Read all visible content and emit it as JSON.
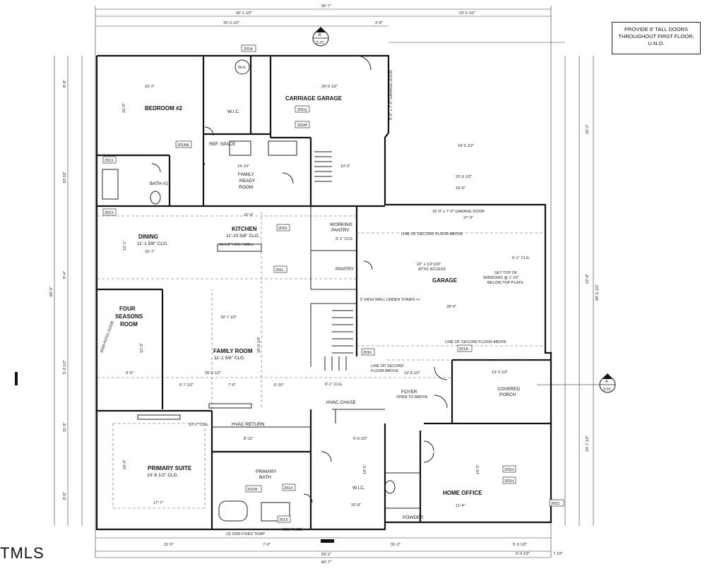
{
  "note": {
    "line1": "PROVIDE 8' TALL DOORS",
    "line2": "THROUGHOUT FIRST FLOOR,",
    "line3": "U.N.O."
  },
  "logo": "TMLS",
  "section_marks": [
    {
      "letter": "B",
      "sheet": "5.01"
    },
    {
      "letter": "A",
      "sheet": "5.01"
    }
  ],
  "rooms": {
    "bedroom2": "BEDROOM #2",
    "carriage_garage": "CARRIAGE GARAGE",
    "wic": "W.I.C.",
    "ref_space": "REF. SPACE",
    "bath2": "BATH #2",
    "family_ready_room": [
      "FAMILY",
      "READY",
      "ROOM"
    ],
    "dining": "DINING",
    "dining_clg": "11'-1 5/8\" CLG.",
    "kitchen": "KITCHEN",
    "kitchen_clg": "11'-10 5/8\" CLG.",
    "working_pantry": [
      "WORKING",
      "PANTRY"
    ],
    "pantry": "PANTRY",
    "garage": "GARAGE",
    "garage_door": "16'-0\" x 7'-0\" GARAGE DOOR",
    "carriage_garage_door": "9'-0\" x 7'-0\" GARAGE DOOR",
    "four_seasons": [
      "FOUR",
      "SEASONS",
      "ROOM"
    ],
    "family_room": "FAMILY ROOM",
    "family_room_clg": "11'-1 5/8\" CLG.",
    "foyer": "FOYER",
    "foyer_sub": "OPEN TO ABOVE",
    "covered_porch": [
      "COVERED",
      "PORCH"
    ],
    "hvac_chase": "HVAC CHASE",
    "hvac_return": "HVAC RETURN",
    "primary_suite": "PRIMARY SUITE",
    "primary_suite_clg": "10'-6 1/2\" CLG.",
    "primary_bath": [
      "PRIMARY",
      "BATH"
    ],
    "wic2": "W.I.C.",
    "powder": "POWDER",
    "home_office": "HOME OFFICE",
    "wh": "W.H."
  },
  "annotations": {
    "second_floor_above": "LINE OF SECOND FLOOR ABOVE",
    "second_floor_above2": "LINE OF SECOND FLOOR ABOVE",
    "second_floor_above3": [
      "LINE OF SECOND",
      "FLOOR ABOVE"
    ],
    "attic_access": [
      "22\" x 1/2\"x33\"",
      "ATTIC ACCESS"
    ],
    "garage_clg": "9'-1\" CLG.",
    "windows_note": [
      "SET TOP OF",
      "WINDOWS @ 1'-10\"",
      "BELOW TOP PLATE"
    ],
    "wall_under_stairs": "5' HIGH WALL UNDER STAIRS +/-",
    "half_wall": "34-1/2\" HIGH WALL",
    "foyer_clg": "9'-1\" CLG.",
    "suite_clg2": "10'-1\" CLG.",
    "fixed_temp": "(3) 1650 FIXED TEMP",
    "fixed_4020": "4020 FIXED",
    "patio_door": "6068 PATIO DOOR"
  },
  "tags": [
    "201A",
    "201Q",
    "201M",
    "201AA",
    "201X",
    "201X",
    "201K",
    "201L",
    "201F",
    "201A",
    "201W",
    "201X",
    "201X",
    "201H",
    "201H",
    "201C"
  ],
  "dimensions": {
    "top_total": "66'-7\"",
    "top_left": "43'-1 1/2\"",
    "top_right": "23'-5 1/2\"",
    "top_sub": "39'-3 1/2\"",
    "top_sub2": "3'-8\"",
    "bottom_total": "59'-2\"",
    "bottom_total2": "66'-7\"",
    "bottom_a": "21'-5\"",
    "bottom_b": "7'-0\"",
    "bottom_c": "31'-2\"",
    "bottom_d": "5'-3 1/2\"",
    "bottom_e": "6'-4 1/2\"",
    "bottom_f": "7 1/2\"",
    "left_total": "69'-5\"",
    "left_a": "19'-10\"",
    "left_b": "9'-4\"",
    "left_c": "5'-3 1/2\"",
    "left_d": "11'-6\"",
    "left_e": "8'-6\"",
    "left_f": "8'-8\"",
    "right_total": "69'-5 1/2\"",
    "right_a": "22'-2\"",
    "right_b": "22'-8\"",
    "right_c": "24'-7 1/2\"",
    "bedroom_w": "15'-2\"",
    "bedroom_h": "15'-9\"",
    "garage_w": "20'-0 1/2\"",
    "garage_d": "28'-0\"",
    "garage_w2": "27'-0\"",
    "family_w": "18'-7 1/2\"",
    "family_h": "16'-9 1/4\"",
    "kitchen_w": "15'-9\"",
    "dining_w": "15'-7\"",
    "dining_h": "12'-1\"",
    "suite_w": "17'-7\"",
    "suite_h": "16'-5\"",
    "office_w": "11'-4\"",
    "office_h": "14'-5\"",
    "wic_w": "10'-8\"",
    "wic_h": "14'-5\"",
    "ready_w": "14'-10\"",
    "four_w": "9'-0\"",
    "four_h": "12'-3\"",
    "porch_w": "13'-3 1/2\"",
    "foyer_w": "13'-8 1/2\"",
    "misc_1": "24'-5 1/2\"",
    "misc_2": "23'-5 1/2\"",
    "misc_3": "16'-0\"",
    "misc_4": "10'-3\"",
    "misc_5": "20'-5 1/2\"",
    "misc_6": "6'-10\"",
    "misc_7": "7'-0\"",
    "misc_8": "6'-7 1/2\"",
    "misc_9": "8'-11\"",
    "misc_10": "6'-6 1/2\"",
    "misc_11": "9'-1\" CLG."
  }
}
